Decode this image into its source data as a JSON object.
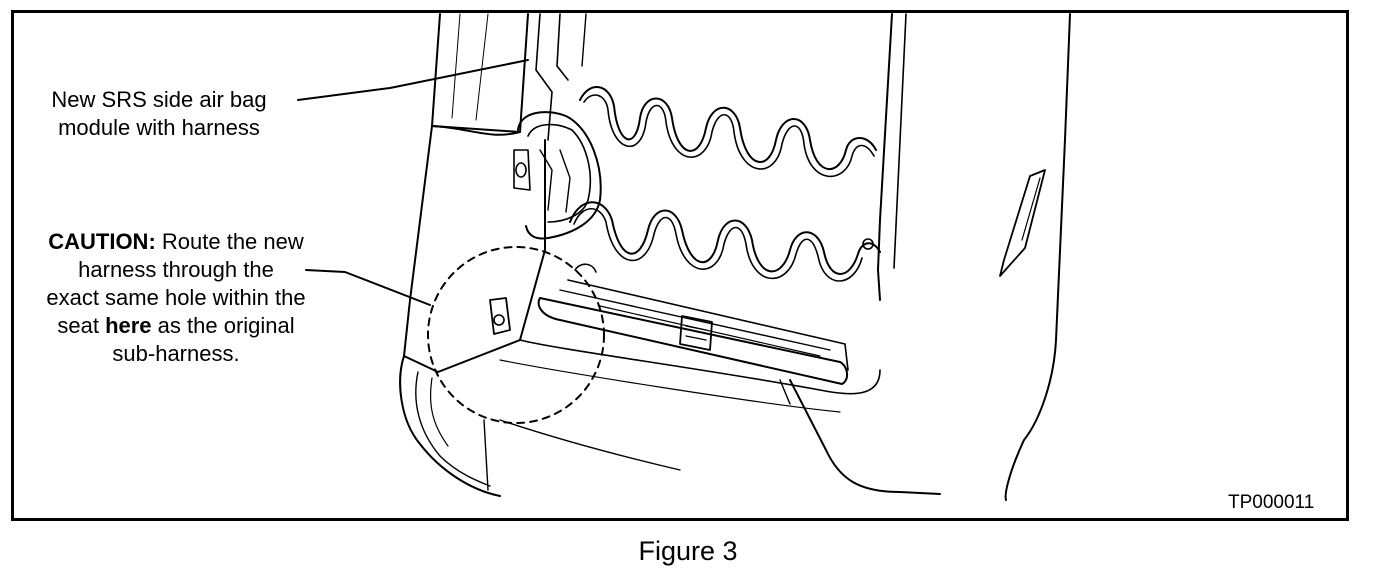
{
  "module_label": {
    "line1": "New SRS side air bag",
    "line2": "module with harness"
  },
  "caution": {
    "prefix": "CAUTION:",
    "line1_rest": " Route the new",
    "line2": "harness through the",
    "line3": "exact same hole within the",
    "line4_pre": "seat ",
    "line4_bold": "here",
    "line4_post": " as the original",
    "line5": "sub-harness."
  },
  "code": "TP000011",
  "caption": "Figure 3"
}
